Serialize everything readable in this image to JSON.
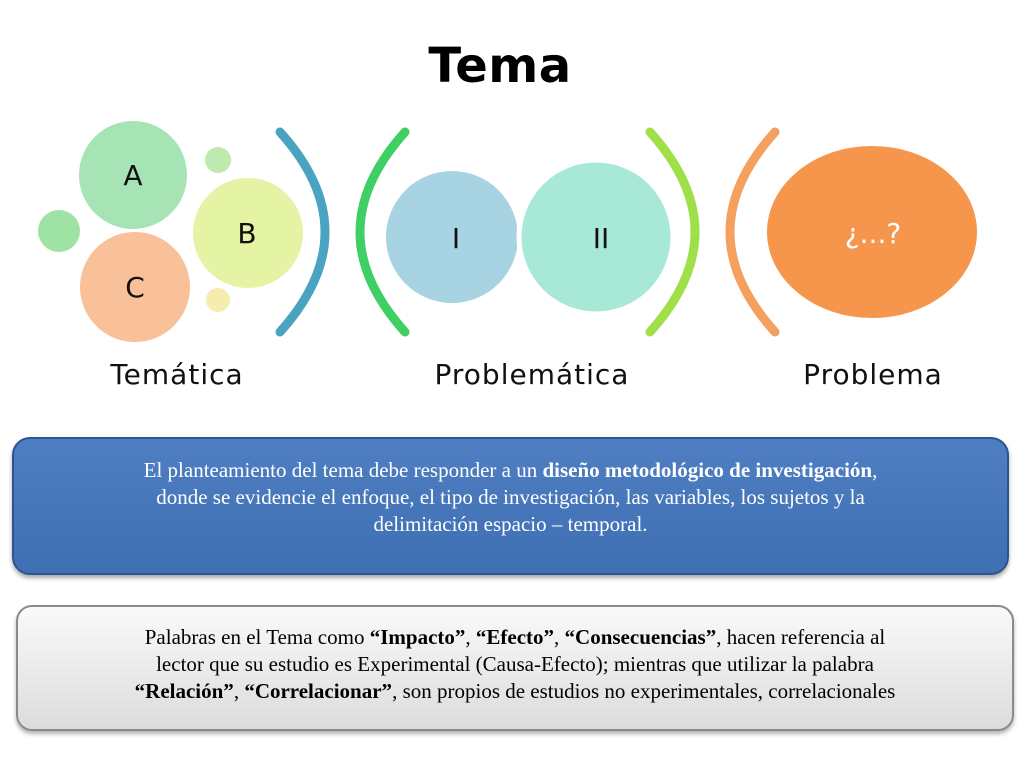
{
  "title": "Tema",
  "stages": [
    {
      "label": "Temática",
      "bubbles": [
        "A",
        "B",
        "C"
      ]
    },
    {
      "label": "Problemática",
      "bubbles": [
        "I",
        "II"
      ]
    },
    {
      "label": "Problema",
      "bubbles": [
        "¿...?"
      ]
    }
  ],
  "colors": {
    "bracket_teal": "#4aa3c0",
    "bracket_green": "#3fcf64",
    "bracket_lime": "#9fe04a",
    "bracket_orange": "#f5a05e",
    "bubble_a": "#a6e3b5",
    "bubble_b": "#e5f3a4",
    "bubble_c": "#f8c19a",
    "venn_left": "#a7d3e3",
    "venn_right": "#a8e8d7",
    "venn_overlap": "#73cdc8",
    "problem_circle": "#f6964c",
    "box_blue": "#4a7bbf",
    "box_grey": "#e6e6e6"
  },
  "box_blue": {
    "line1_a": "El planteamiento del tema debe responder a un ",
    "line1_b": "diseño metodológico de investigación",
    "line1_c": ",",
    "line2": "donde se evidencie el enfoque, el tipo de investigación, las variables, los sujetos y la",
    "line3": "delimitación espacio – temporal."
  },
  "box_grey": {
    "l1_a": "Palabras en el Tema como ",
    "l1_b": "“Impacto”",
    "l1_c": ", ",
    "l1_d": "“Efecto”",
    "l1_e": ", ",
    "l1_f": "“Consecuencias”",
    "l1_g": ", hacen referencia al",
    "l2": "lector que su estudio es Experimental (Causa-Efecto); mientras que utilizar la palabra",
    "l3_a": "“Relación”",
    "l3_b": ", ",
    "l3_c": "“Correlacionar”",
    "l3_d": ",  son propios de estudios no experimentales, correlacionales"
  }
}
